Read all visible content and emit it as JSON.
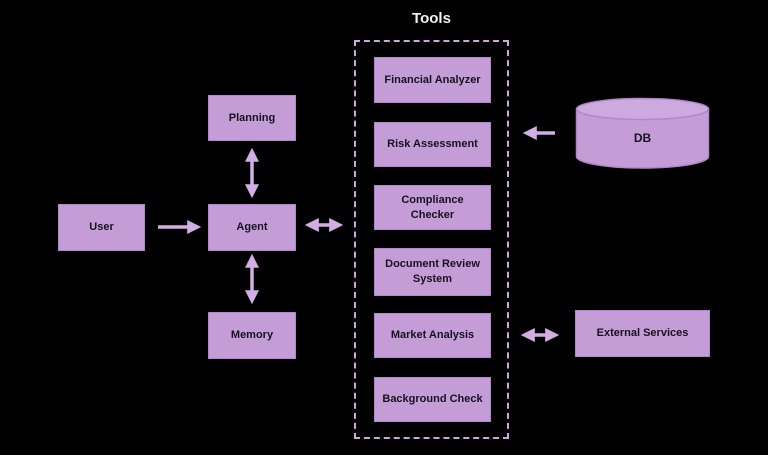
{
  "diagram": {
    "tools_group": {
      "title": "Tools",
      "items": [
        "Financial Analyzer",
        "Risk Assessment",
        "Compliance Checker",
        "Document Review System",
        "Market Analysis",
        "Background Check"
      ]
    },
    "nodes": {
      "user": "User",
      "planning": "Planning",
      "agent": "Agent",
      "memory": "Memory",
      "db": "DB",
      "external_services": "External Services"
    },
    "connections": [
      {
        "from": "user",
        "to": "agent",
        "direction": "one-way"
      },
      {
        "from": "agent",
        "to": "planning",
        "direction": "two-way"
      },
      {
        "from": "agent",
        "to": "memory",
        "direction": "two-way"
      },
      {
        "from": "agent",
        "to": "tools_group",
        "direction": "two-way"
      },
      {
        "from": "db",
        "to": "risk_assessment",
        "direction": "one-way"
      },
      {
        "from": "market_analysis",
        "to": "external_services",
        "direction": "two-way"
      }
    ]
  },
  "colors": {
    "background": "#000000",
    "node_fill": "#c49dd6",
    "node_border": "#b286cc",
    "node_text": "#17121f",
    "arrow": "#d2aee4",
    "tools_dashed_border": "#cda7e0",
    "title_text": "#f3eef8"
  }
}
